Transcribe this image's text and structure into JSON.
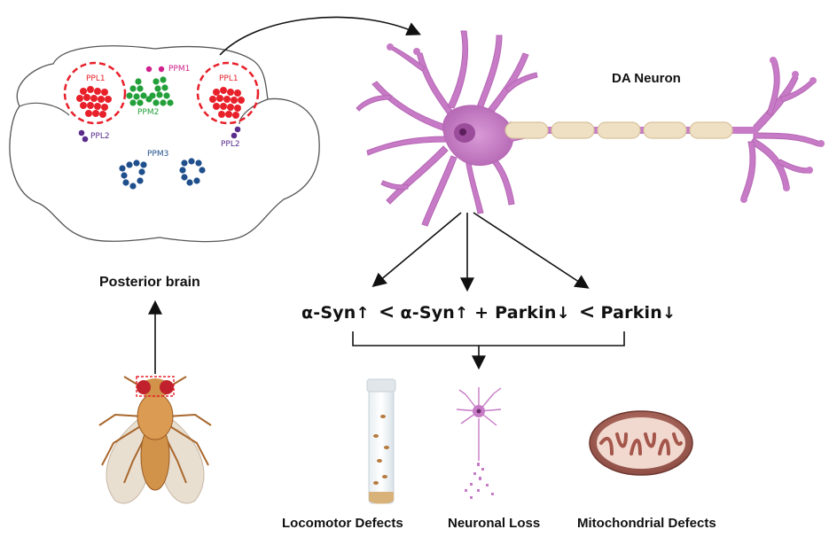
{
  "brain": {
    "title": "Posterior brain",
    "clusters": {
      "ppl1_left": "PPL1",
      "ppl1_right": "PPL1",
      "ppm1": "PPM1",
      "ppm2": "PPM2",
      "ppl2_left": "PPL2",
      "ppl2_right": "PPL2",
      "ppm3": "PPM3"
    }
  },
  "neuron": {
    "title": "DA Neuron"
  },
  "equation": {
    "term1": "α-Syn",
    "term1_arrow": "↑",
    "less1": "<",
    "term2a": "α-Syn",
    "term2a_arrow": "↑",
    "plus": "+ Parkin",
    "term2b_arrow": "↓",
    "less2": "<",
    "term3": "Parkin",
    "term3_arrow": "↓"
  },
  "outcomes": {
    "locomotor": "Locomotor Defects",
    "neuronal": "Neuronal Loss",
    "mito": "Mitochondrial Defects"
  },
  "colors": {
    "ppl": "#e8202a",
    "ppm1": "#d0208c",
    "ppm2": "#23a03a",
    "ppl2": "#5a2d8c",
    "ppm3": "#1f4f8c",
    "neuron": "#c77bc6",
    "axon": "#efe0c4"
  }
}
